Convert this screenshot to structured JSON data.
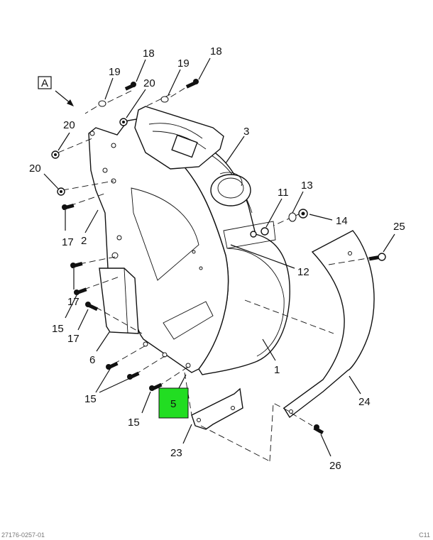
{
  "view_label": "A",
  "highlight": {
    "label": "5",
    "color": "#22dd22"
  },
  "callouts": {
    "c18a": "18",
    "c19a": "19",
    "c18b": "18",
    "c19b": "19",
    "c20a": "20",
    "c20b": "20",
    "c20c": "20",
    "c3": "3",
    "c11": "11",
    "c13": "13",
    "c14": "14",
    "c17a": "17",
    "c2": "2",
    "c25": "25",
    "c12": "12",
    "c17b": "17",
    "c15a": "15",
    "c17c": "17",
    "c6": "6",
    "c1": "1",
    "c15b": "15",
    "c15c": "15",
    "c24": "24",
    "c23": "23",
    "c26": "26"
  },
  "footer": {
    "left": "27176-0257-01",
    "right": "C11"
  }
}
